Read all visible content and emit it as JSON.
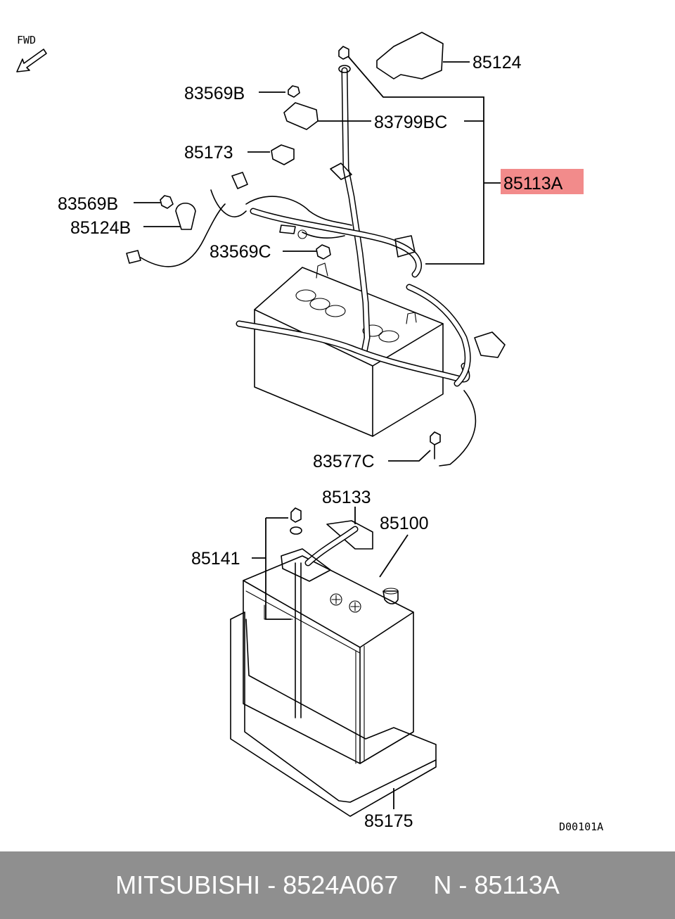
{
  "fwd_label": "FWD",
  "diagram_code": "D00101A",
  "highlight_color": "#f28b8b",
  "footer_bg": "#8f8f8f",
  "labels": {
    "p85124": "85124",
    "p83569b_1": "83569B",
    "p83799bc": "83799BC",
    "p85173": "85173",
    "p85113a": "85113A",
    "p83569b_2": "83569B",
    "p85124b": "85124B",
    "p83569c": "83569C",
    "p83577c": "83577C",
    "p85133": "85133",
    "p85100": "85100",
    "p85141": "85141",
    "p85175": "85175"
  },
  "footer": {
    "brand": "MITSUBISHI",
    "sep1": " - ",
    "part_number": "8524A067",
    "gap": "     ",
    "prefix": "N",
    "sep2": " - ",
    "ref": "85113A"
  }
}
